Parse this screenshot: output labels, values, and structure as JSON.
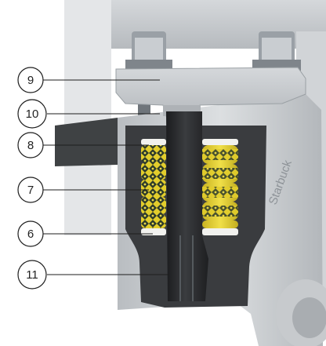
{
  "brand_mark": "Starbuck",
  "callouts": [
    {
      "label": "9"
    },
    {
      "label": "10"
    },
    {
      "label": "8"
    },
    {
      "label": "7"
    },
    {
      "label": "6"
    },
    {
      "label": "11"
    }
  ],
  "colors": {
    "body_metal": "#c6c9cc",
    "body_metal_dark": "#8f9499",
    "cavity_dark": "#3b3d40",
    "stem": "#2a2b2d",
    "packing_yellow": "#e3cf2e",
    "packing_braid": "#2f3a2c",
    "ring_white": "#f1f1ee",
    "callout_line": "#1e1e1e"
  }
}
